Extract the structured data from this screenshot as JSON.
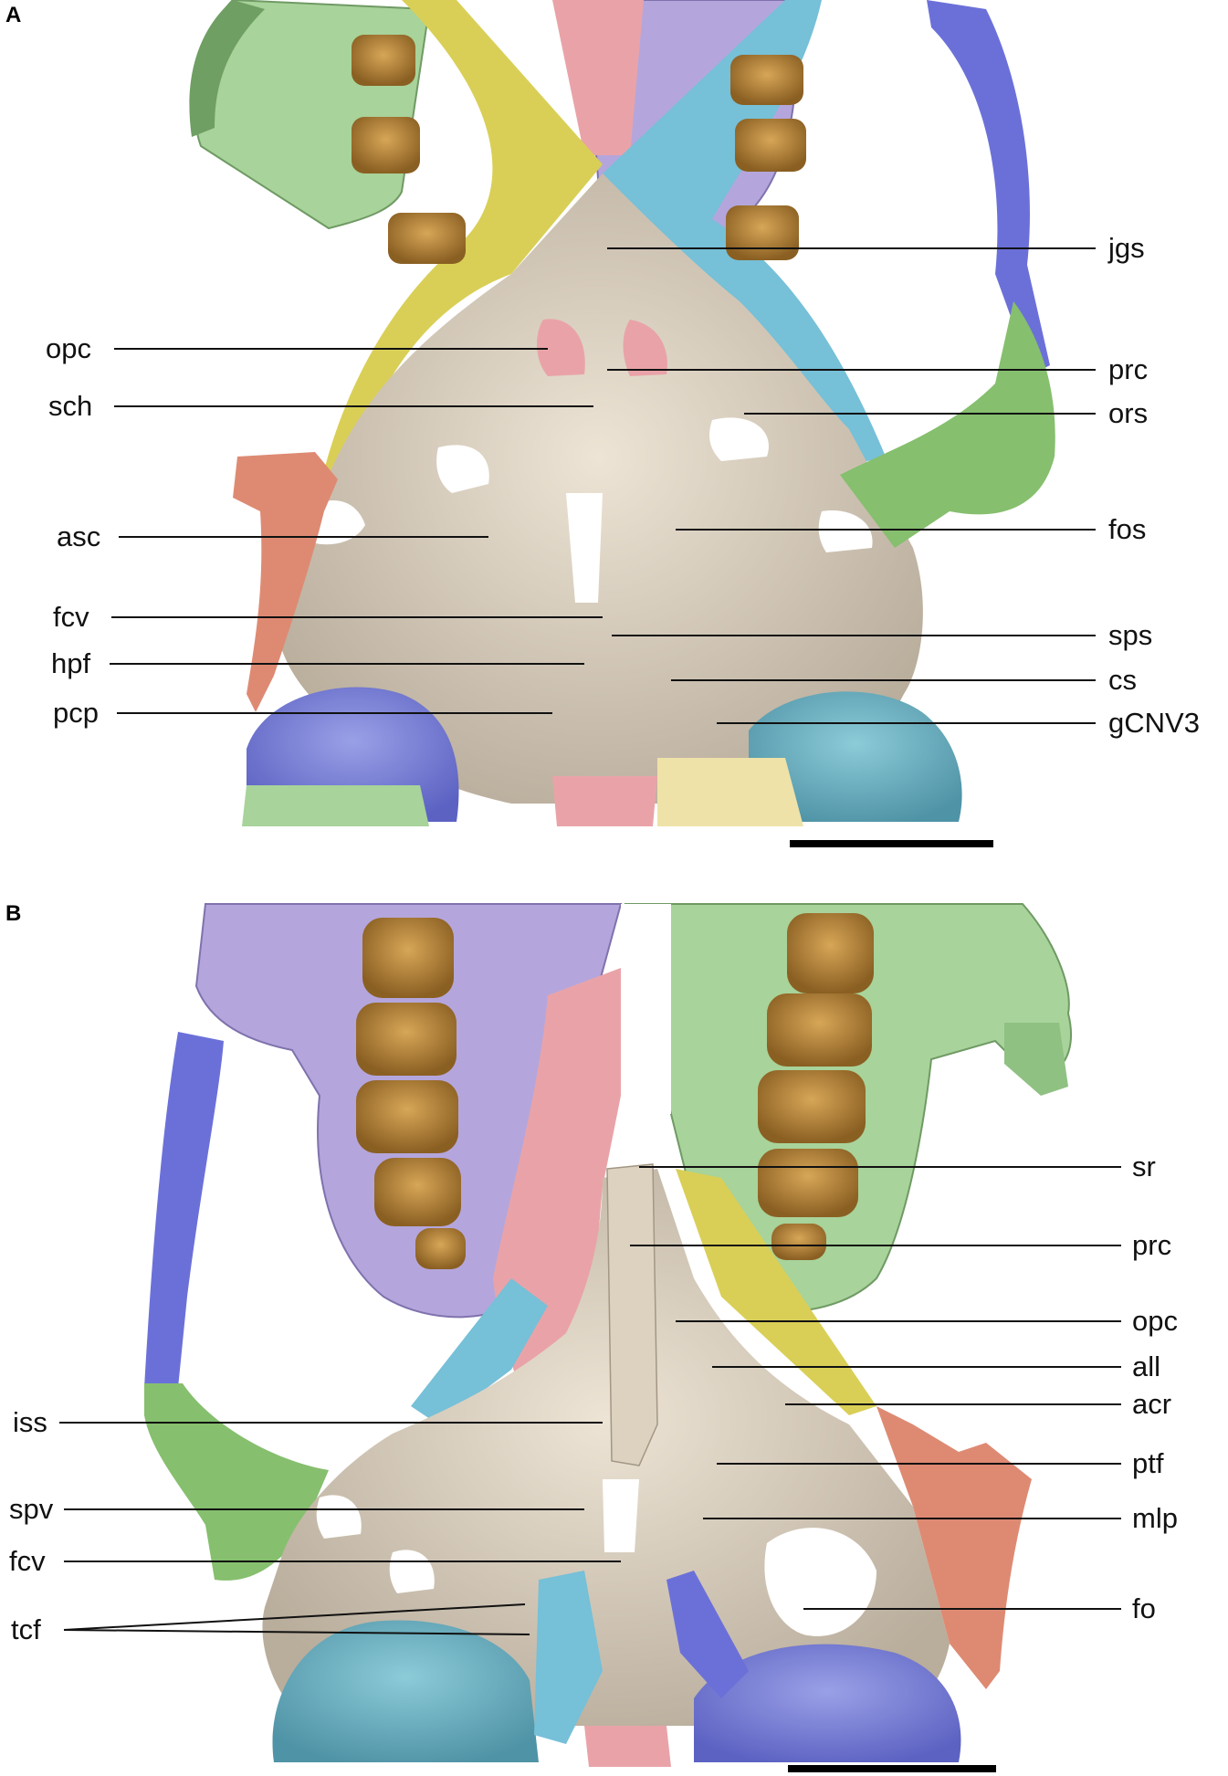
{
  "panels": [
    {
      "letter": "A",
      "left_labels": [
        "opc",
        "sch",
        "asc",
        "fcv",
        "hpf",
        "pcp"
      ],
      "right_labels": [
        "jgs",
        "prc",
        "ors",
        "fos",
        "sps",
        "cs",
        "gCNV3"
      ]
    },
    {
      "letter": "B",
      "left_labels": [
        "iss",
        "spv",
        "fcv",
        "tcf"
      ],
      "right_labels": [
        "sr",
        "prc",
        "opc",
        "all",
        "acr",
        "ptf",
        "mlp",
        "fo"
      ]
    }
  ],
  "colors": {
    "nasal_pink": "#e9a3a8",
    "maxilla_green": "#a8d39a",
    "maxilla_purple": "#b4a6dc",
    "jugal_yellow": "#d9cf57",
    "palatine_blue": "#76c0d8",
    "zygomatic_blue": "#6b70d9",
    "squamosal_green": "#86bf6e",
    "pterygoid_salmon": "#de8a73",
    "bone_beige": "#e6dccb",
    "teeth_brown": "#b9873a",
    "bulla_blue": "#6aaabb"
  }
}
